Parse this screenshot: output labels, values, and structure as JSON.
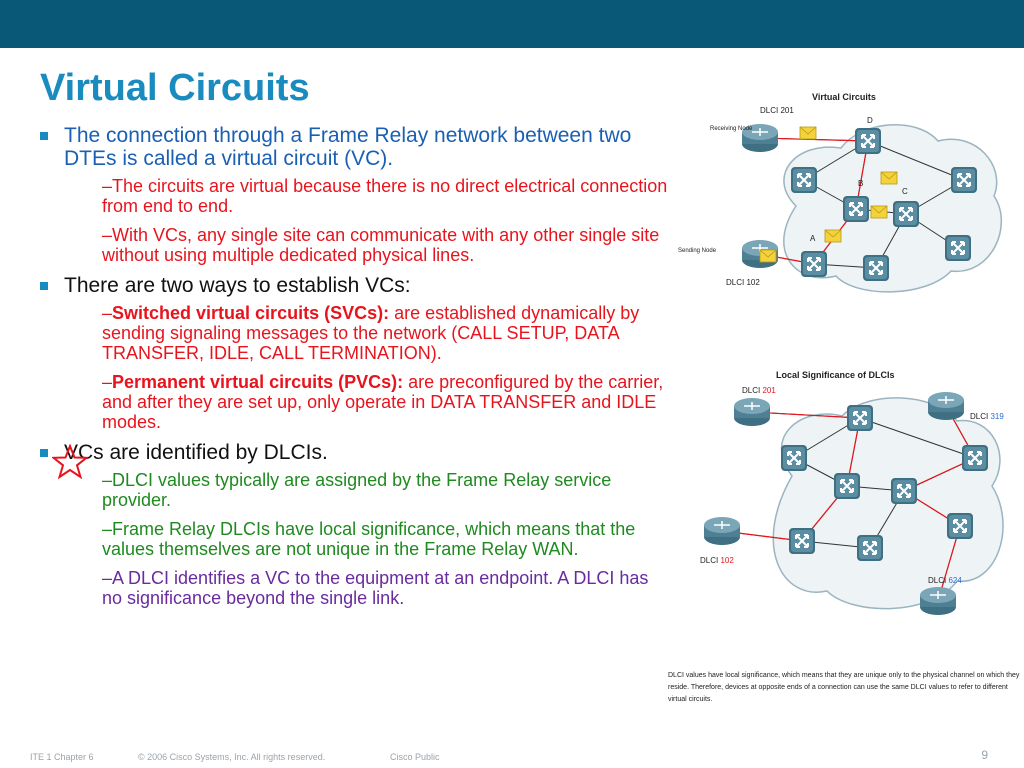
{
  "slide": {
    "title": "Virtual Circuits",
    "bullets": [
      {
        "text": "The connection through a Frame Relay network between two DTEs is called a virtual circuit (VC).",
        "subs": [
          {
            "prefix": "–",
            "bold": "",
            "text": "The circuits are virtual because there is no direct electrical connection from end to end."
          },
          {
            "prefix": "–",
            "bold": "",
            "text": "With VCs, any single site can communicate with any other single site without using multiple dedicated physical lines."
          }
        ]
      },
      {
        "text": "There are two ways to establish VCs:",
        "subs": [
          {
            "prefix": "–",
            "bold": "Switched virtual circuits (SVCs):",
            "text": " are established dynamically by sending signaling messages to the network (CALL SETUP, DATA TRANSFER, IDLE, CALL TERMINATION)."
          },
          {
            "prefix": "–",
            "bold": "Permanent virtual circuits (PVCs):",
            "text": " are preconfigured by the carrier, and after they are set up, only operate in DATA TRANSFER and IDLE modes."
          }
        ]
      },
      {
        "text": "VCs are identified by DLCIs.",
        "subs": [
          {
            "prefix": "–",
            "bold": "",
            "text": "DLCI values typically are assigned by the Frame Relay service provider."
          },
          {
            "prefix": "–",
            "bold": "",
            "text": "Frame Relay DLCIs have local significance, which means that the values themselves are not unique in the Frame Relay WAN."
          },
          {
            "prefix": "–",
            "bold": "",
            "text": "A DLCI identifies a VC to the equipment at an endpoint. A DLCI has no significance beyond the single link."
          }
        ]
      }
    ]
  },
  "figure1": {
    "title": "Virtual Circuits",
    "dlci_top": "DLCI 201",
    "receiving": "Receiving Node",
    "sending": "Sending Node",
    "dlci_bottom": "DLCI 102",
    "node_a": "A",
    "node_b": "B",
    "node_c": "C",
    "node_d": "D"
  },
  "figure2": {
    "title": "Local Significance of DLCIs",
    "dlci_word": "DLCI",
    "dlci_1": "201",
    "dlci_2": "319",
    "dlci_3": "102",
    "dlci_4": "624",
    "caption": "DLCI values have local significance, which means that they are unique only to the physical channel on which they reside. Therefore, devices at opposite ends of a connection can use the same DLCI values to refer to different virtual circuits."
  },
  "footer": {
    "chapter": "ITE 1 Chapter 6",
    "copyright": "© 2006 Cisco Systems, Inc. All rights reserved.",
    "classification": "Cisco Public",
    "page": "9"
  },
  "colors": {
    "header_bar": "#0a5878",
    "title": "#1a8bbf",
    "bullet_text": "#1a5fb4",
    "svc_red": "#e8141d",
    "dlci_green": "#1f8a1f",
    "endpoint_purple": "#6a2aa0"
  }
}
